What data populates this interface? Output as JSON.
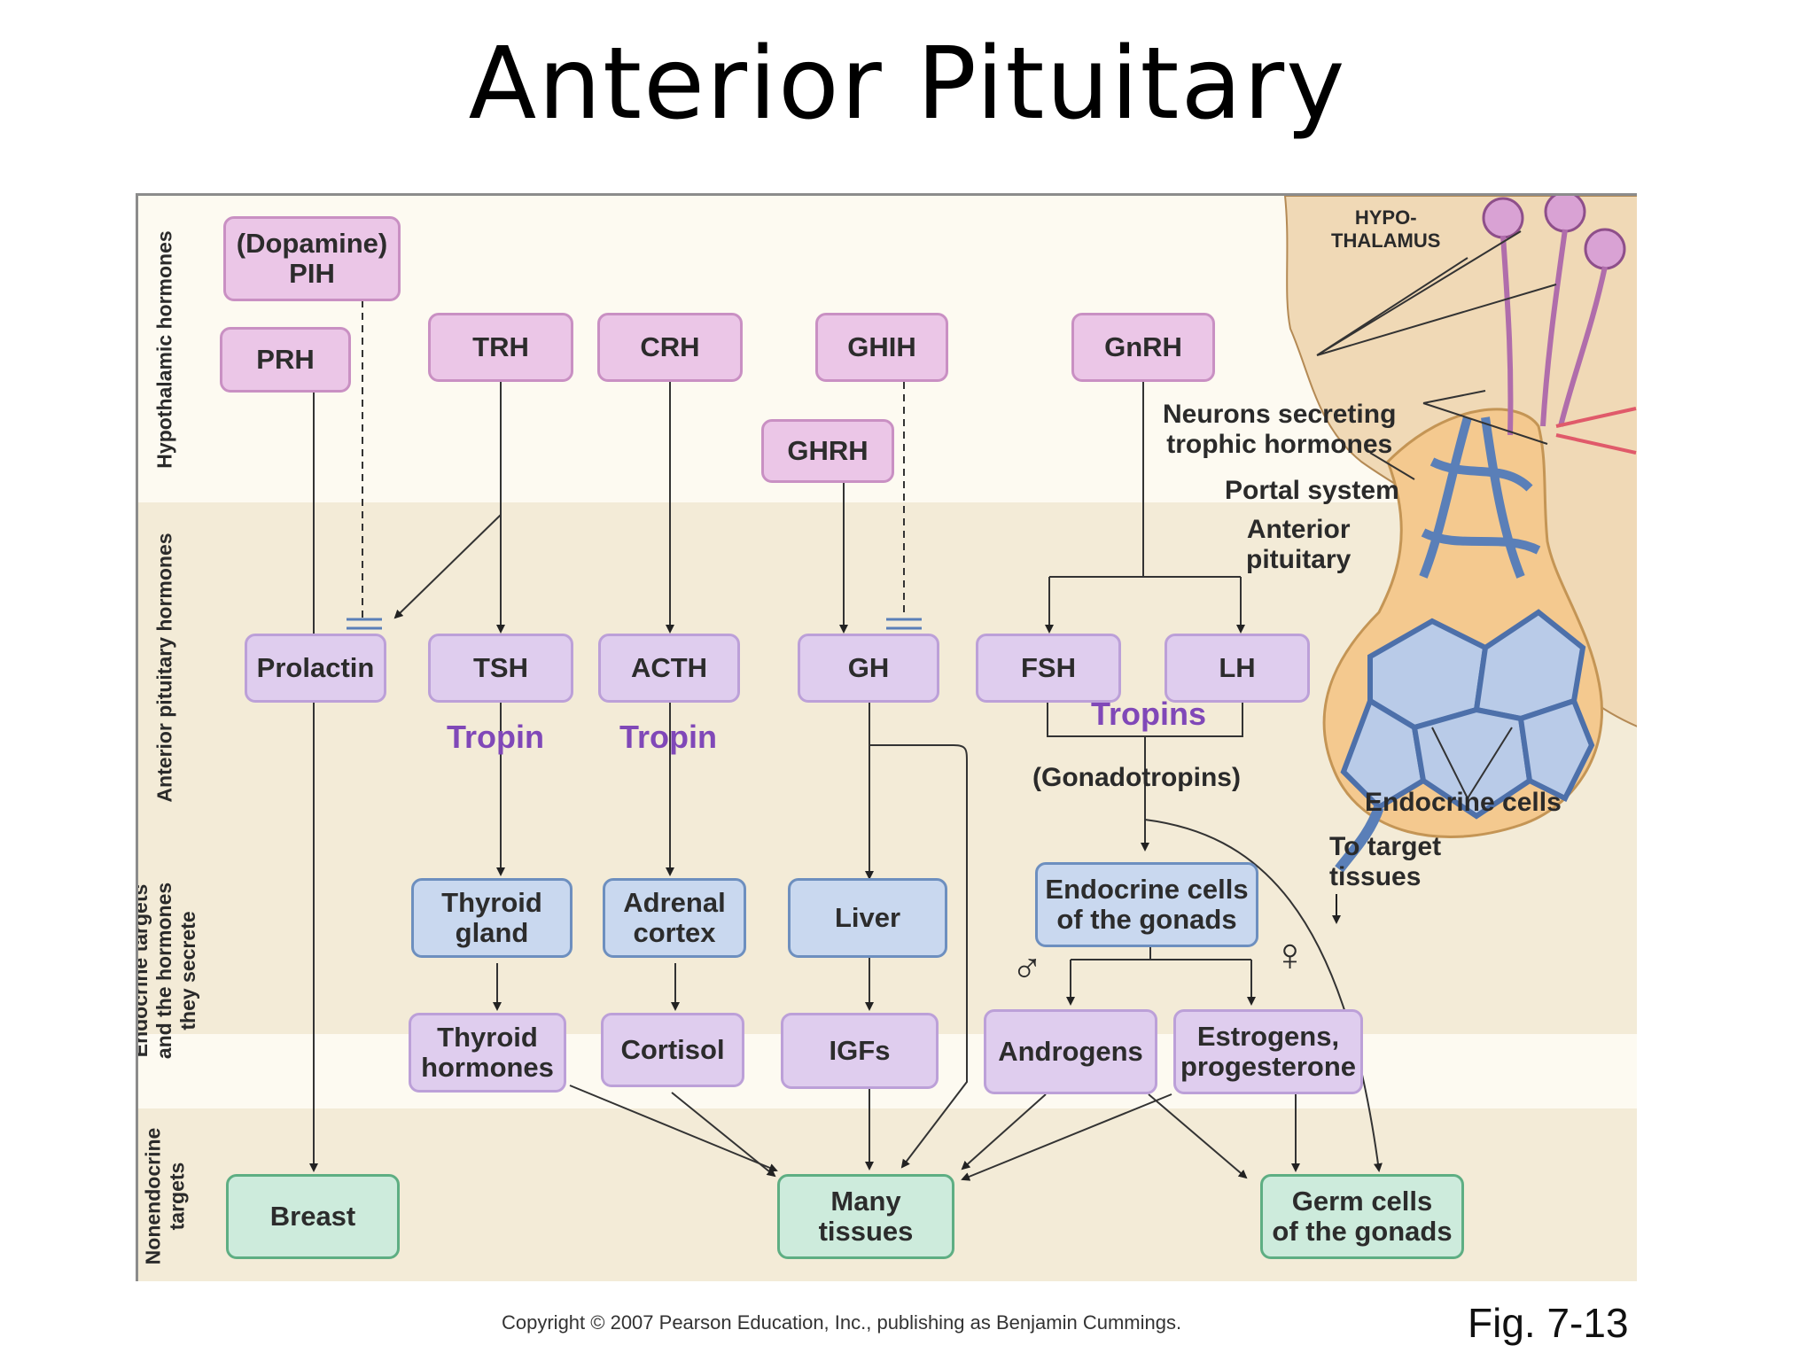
{
  "title": "Anterior Pituitary",
  "row_labels": {
    "hypothalamic": "Hypothalamic hormones",
    "anterior": "Anterior pituitary hormones",
    "endocrine": "Endocrine targets\nand the hormones\nthey secrete",
    "nonendocrine": "Nonendocrine\ntargets"
  },
  "boxes": {
    "pih": "(Dopamine)\nPIH",
    "prh": "PRH",
    "trh": "TRH",
    "crh": "CRH",
    "ghih": "GHIH",
    "ghrh": "GHRH",
    "gnrh": "GnRH",
    "prolactin": "Prolactin",
    "tsh": "TSH",
    "acth": "ACTH",
    "gh": "GH",
    "fsh": "FSH",
    "lh": "LH",
    "thyroid_gland": "Thyroid\ngland",
    "adrenal_cortex": "Adrenal\ncortex",
    "liver": "Liver",
    "gonad_endocrine": "Endocrine cells\nof the gonads",
    "thyroid_hormones": "Thyroid\nhormones",
    "cortisol": "Cortisol",
    "igfs": "IGFs",
    "androgens": "Androgens",
    "estrogens": "Estrogens,\nprogesterone",
    "breast": "Breast",
    "many_tissues": "Many\ntissues",
    "germ_cells": "Germ cells\nof the gonads"
  },
  "tropin_labels": {
    "tsh": "Tropin",
    "acth": "Tropin",
    "gonad": "Tropins"
  },
  "gonadotropins_label": "(Gonadotropins)",
  "male_symbol": "♂",
  "female_symbol": "♀",
  "anatomy": {
    "hypothalamus": "HYPO-\nTHALAMUS",
    "neurons": "Neurons secreting\ntrophic hormones",
    "portal": "Portal system",
    "anterior": "Anterior\npituitary",
    "endocrine_cells": "Endocrine cells",
    "target": "To target\ntissues"
  },
  "copyright": "Copyright © 2007 Pearson Education, Inc., publishing as Benjamin Cummings.",
  "figure_number": "Fig. 7-13",
  "colors": {
    "hypothalamic_box": "#ebc6e7",
    "pituitary_box": "#dfcdee",
    "endocrine_target_box": "#c9d8ef",
    "nonendocrine_box": "#cdebdc",
    "tropin_text": "#8048b8"
  }
}
